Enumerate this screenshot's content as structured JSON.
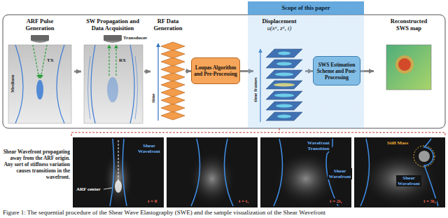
{
  "diagram": {
    "caption": "Figure 1: The sequential procedure of the Shear Wave Elastography (SWE) and the sample visualization of the Shear Wavefront",
    "nodes": [
      {
        "text": [
          "ARF Pulse Generation"
        ]
      },
      {
        "text": [
          "SW Propagation and Data Acquisition"
        ]
      },
      {
        "text": [
          "RF Data Generation"
        ]
      },
      {
        "text": [
          "Loupas Algorithm and Pre-Processing"
        ]
      },
      {
        "text": [
          "Scope of this paper"
        ]
      },
      {
        "text": [
          "Displacement",
          "u(xᵃ, zᵃ, t)"
        ],
        "in": 4
      },
      {
        "text": [
          "SWS Estimation Scheme and Post-Processing"
        ],
        "in": 4
      },
      {
        "text": [
          "Reconstructed SWS map"
        ]
      }
    ],
    "edges": [
      {
        "from": 0,
        "to": 1,
        "arrow": "to"
      },
      {
        "from": 1,
        "to": 2,
        "arrow": "to"
      },
      {
        "from": 2,
        "to": 3,
        "arrow": "to"
      },
      {
        "from": 3,
        "to": 5,
        "arrow": "to"
      },
      {
        "from": 5,
        "to": 6,
        "arrow": "to"
      },
      {
        "from": 6,
        "to": 7,
        "arrow": "to"
      }
    ],
    "labels": [
      "TX",
      "Medium",
      "Transducer",
      "RX",
      "time",
      "time frames",
      "Shear Wavefront propagating away from the ARF origin. Any sort of stiffness variation causes transitions in the wavefront.",
      "Shear Wavefront",
      "ARF center",
      "t = 0",
      "t = t₁",
      "Wavefront Transition",
      "Shear Wavefront",
      "t = 2t₁",
      "Stiff Mass",
      "Shear Wavefront",
      "t = 3t₁"
    ]
  }
}
